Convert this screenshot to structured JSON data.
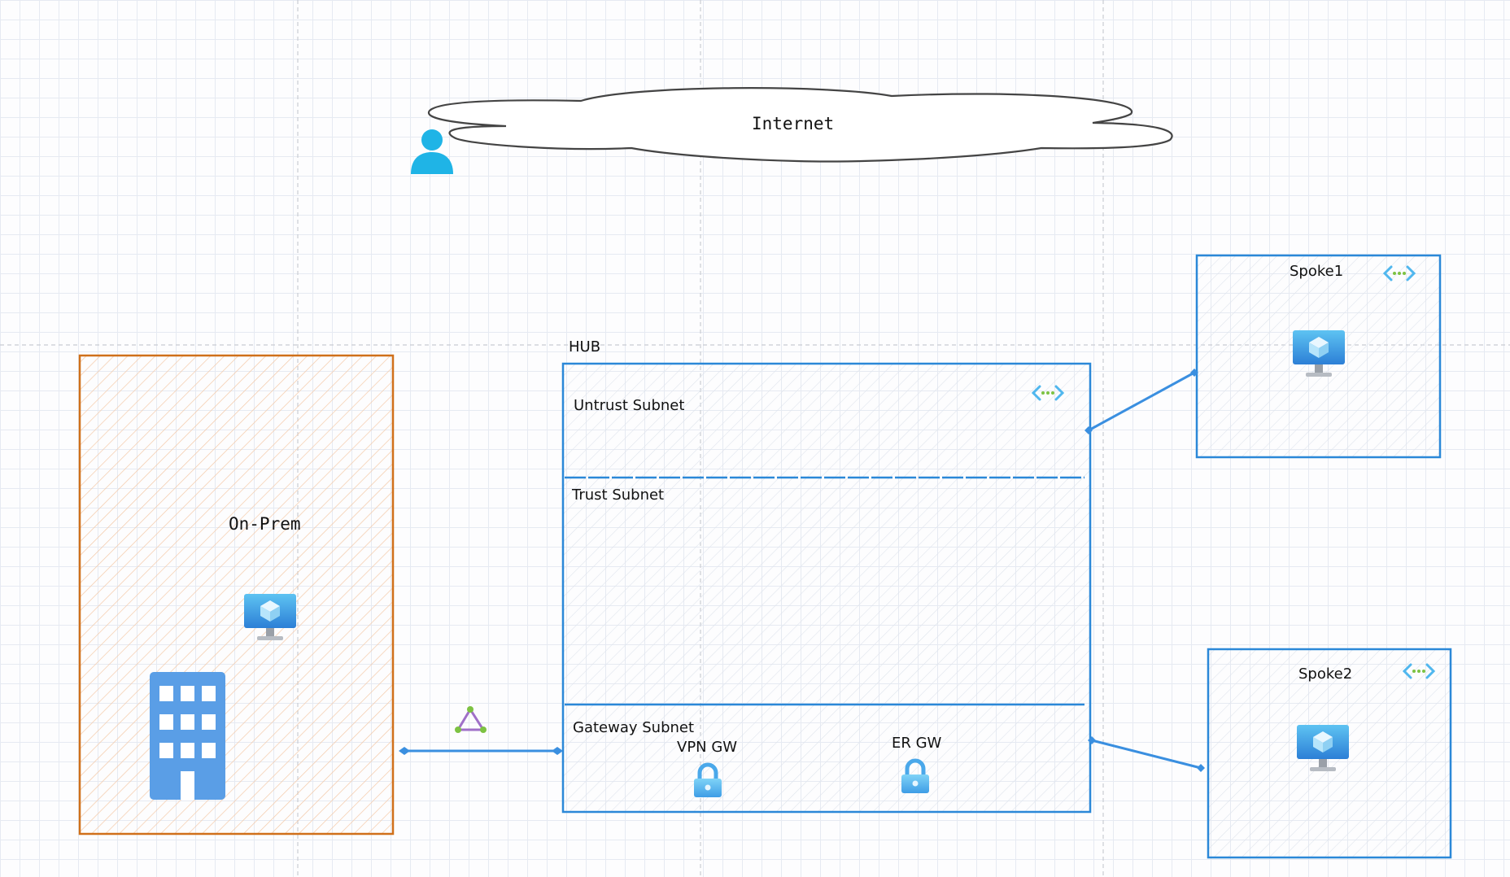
{
  "diagram": {
    "internet": {
      "label": "Internet"
    },
    "on_prem": {
      "label": "On-Prem"
    },
    "hub": {
      "label": "HUB",
      "untrust_subnet": "Untrust Subnet",
      "trust_subnet": "Trust Subnet",
      "gateway_subnet": "Gateway Subnet",
      "vpn_gw": "VPN GW",
      "er_gw": "ER GW"
    },
    "spoke1": {
      "label": "Spoke1"
    },
    "spoke2": {
      "label": "Spoke2"
    }
  },
  "colors": {
    "vnet_border": "#2b88d8",
    "onprem_border": "#d0701a",
    "user_icon": "#1fb4e6",
    "building": "#5a9ee6",
    "cloud_stroke": "#444444"
  },
  "icons": [
    "user-icon",
    "virtual-machine-icon",
    "building-icon",
    "vnet-icon",
    "lock-gateway-icon",
    "connection-triangle-icon"
  ]
}
